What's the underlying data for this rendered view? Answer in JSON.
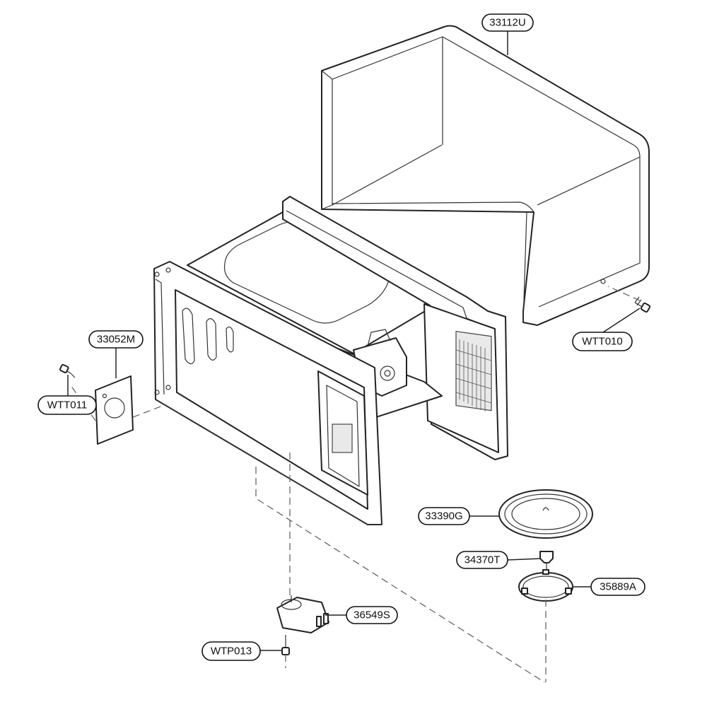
{
  "callouts": {
    "cabinet": "33112U",
    "screw_cabinet": "WTT010",
    "cover_plate": "33052M",
    "screw_cover": "WTT011",
    "turntable_glass": "33390G",
    "coupler": "34370T",
    "roller_ring": "35889A",
    "motor": "36549S",
    "screw_motor": "WTP013"
  }
}
